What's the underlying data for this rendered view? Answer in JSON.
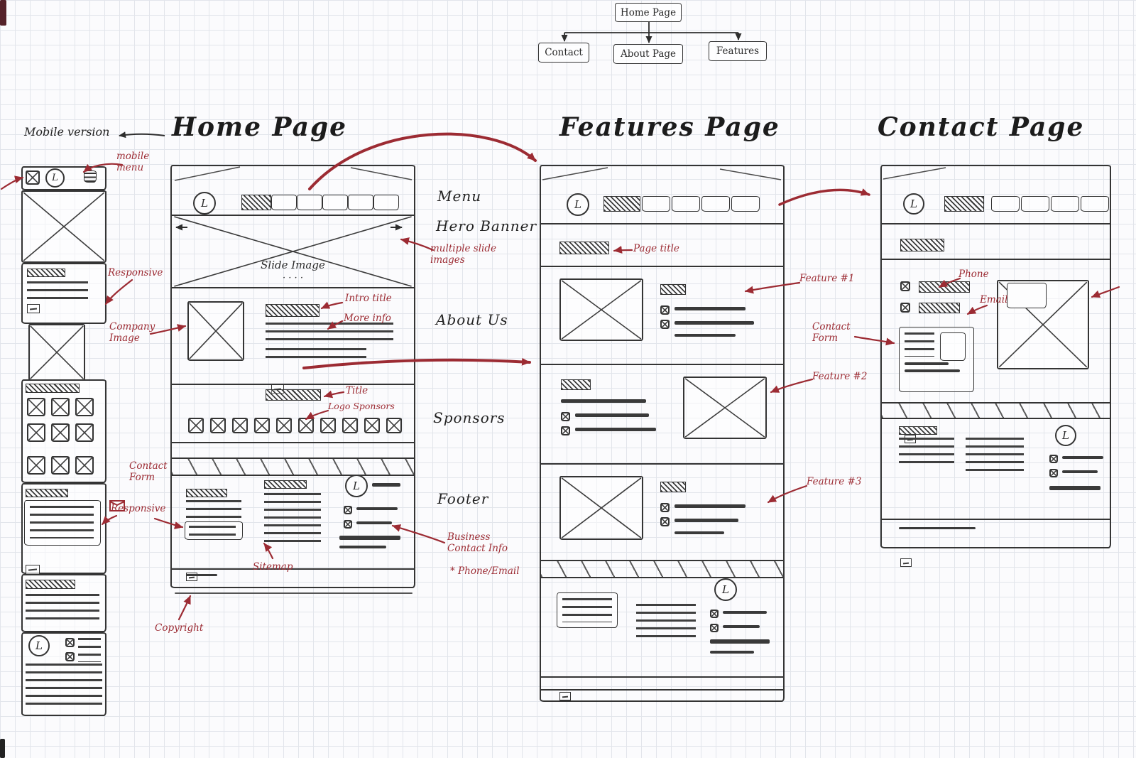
{
  "colors": {
    "ink": "#343434",
    "red": "#9c2b33"
  },
  "logo": {
    "letter": "L"
  },
  "sitemap": {
    "root": "Home Page",
    "children": [
      {
        "label": "Contact"
      },
      {
        "label": "About Page"
      },
      {
        "label": "Features"
      }
    ]
  },
  "mobile": {
    "title": "Mobile version"
  },
  "home": {
    "title": "Home Page",
    "hero_caption": "Slide Image",
    "hero_dots": "· · · ·",
    "labels": {
      "menu": "Menu",
      "hero": "Hero Banner",
      "about": "About Us",
      "sponsors": "Sponsors",
      "footer": "Footer"
    }
  },
  "features": {
    "title": "Features Page"
  },
  "contact": {
    "title": "Contact Page"
  },
  "notes": {
    "mobile_menu": "mobile menu",
    "responsive_top": "Responsive",
    "company_image": "Company Image",
    "intro_title": "Intro title",
    "more_info": "More info",
    "multiple_slides": "multiple slide images",
    "sponsors_title": "Title",
    "logo_sponsors": "Logo Sponsors",
    "contact_form_mobile": "Contact Form",
    "responsive_bottom": "Responsive",
    "sitemap": "Sitemap",
    "copyright": "Copyright",
    "business_contact": "Business Contact Info",
    "phone_email": "* Phone/Email",
    "page_title": "Page title",
    "feature_1": "Feature #1",
    "feature_2": "Feature #2",
    "feature_3": "Feature #3",
    "contact_form": "Contact Form",
    "phone": "Phone",
    "email": "Email"
  }
}
